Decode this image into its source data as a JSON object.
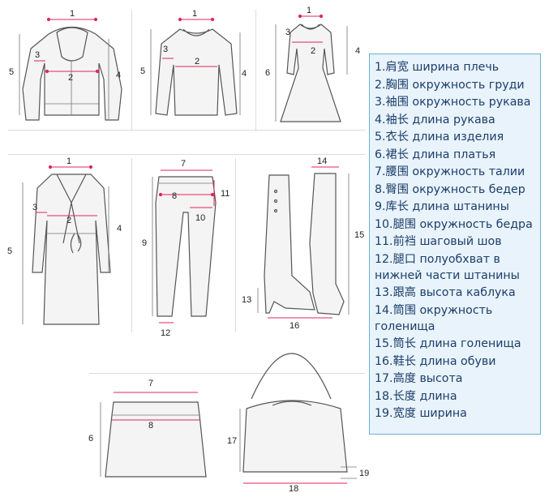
{
  "accent_marker_color": "#e0245e",
  "legend_text_color": "#1c3e6a",
  "legend_bg_color": "#e8f3fb",
  "legend_border_color": "#6aaed6",
  "legend": [
    "1.肩宽 ширина плечь",
    "2.胸围 окружность груди",
    "3.袖围 окружность рукава",
    "4.袖长 длина рукава",
    "5.衣长 длина изделия",
    "6.裙长 длина платья",
    "7.腰围 окружность талии",
    "8.臀围 окружность бедер",
    "9.库长 длина штанины",
    "10.腿围 окружность бедра",
    "11.前裆 шаговый шов",
    "12.腿口 полуобхват в нижней части штанины",
    "13.跟高 высота каблука",
    "14.筒围 окружность голенища",
    "15.筒长 длина голенища",
    "16.鞋长 длина обуви",
    "17.高度 высота",
    "18.长度 длина",
    "19.宽度 ширина"
  ],
  "figures": {
    "jacket": {
      "icon": "hooded-jacket-icon",
      "labels": [
        "1",
        "3",
        "2",
        "5",
        "4"
      ]
    },
    "sweater": {
      "icon": "sweater-icon",
      "labels": [
        "1",
        "3",
        "2",
        "5",
        "4"
      ]
    },
    "dress": {
      "icon": "dress-icon",
      "labels": [
        "1",
        "3",
        "2",
        "6",
        "4"
      ]
    },
    "coat": {
      "icon": "coat-icon",
      "labels": [
        "1",
        "3",
        "2",
        "5",
        "4"
      ]
    },
    "pants": {
      "icon": "pants-icon",
      "labels": [
        "7",
        "8",
        "11",
        "10",
        "9",
        "12"
      ]
    },
    "boot": {
      "icon": "boot-icon",
      "labels": [
        "14",
        "15",
        "13",
        "16"
      ]
    },
    "skirt": {
      "icon": "skirt-icon",
      "labels": [
        "7",
        "8",
        "6"
      ]
    },
    "bag": {
      "icon": "handbag-icon",
      "labels": [
        "17",
        "18",
        "19"
      ]
    }
  }
}
